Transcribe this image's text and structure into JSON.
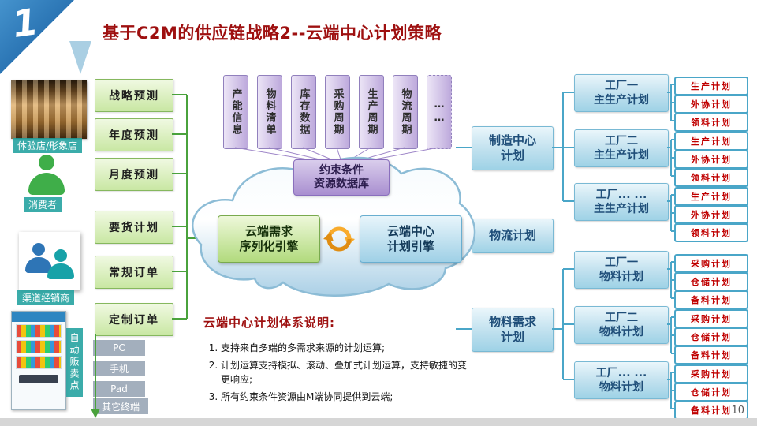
{
  "colors": {
    "title_red": "#9e1010",
    "green_accent": "#4aa23c",
    "purple_accent": "#9180bd",
    "blue_accent": "#4aa6c8",
    "teal_tag": "#20a09e",
    "orange_sync": "#f8ab2d",
    "plan_text_red": "#c00000"
  },
  "header": {
    "badge": "1",
    "title": "基于C2M的供应链战略2--云端中心计划策略"
  },
  "sources": {
    "store_label": "体验店/形象店",
    "consumer_label": "消费者",
    "distributor_label": "渠道经销商",
    "vending_label": "自动贩卖点",
    "terminals": [
      "PC",
      "手机",
      "Pad",
      "其它终端"
    ]
  },
  "demand": [
    "战略预测",
    "年度预测",
    "月度预测",
    "要货计划",
    "常规订单",
    "定制订单"
  ],
  "constraints": [
    "产能信息",
    "物料清单",
    "库存数据",
    "采购周期",
    "生产周期",
    "物流周期",
    "……"
  ],
  "cloud": {
    "database": "约束条件\n资源数据库",
    "left_engine": "云端需求\n序列化引擎",
    "right_engine": "云端中心\n计划引擎"
  },
  "center_plans": [
    "制造中心\n计划",
    "物流计划",
    "物料需求\n计划"
  ],
  "factories": [
    {
      "name": "工厂一\n主生产计划",
      "plans": [
        "生产计划",
        "外协计划",
        "领料计划"
      ]
    },
    {
      "name": "工厂二\n主生产计划",
      "plans": [
        "生产计划",
        "外协计划",
        "领料计划"
      ]
    },
    {
      "name": "工厂... ...\n主生产计划",
      "plans": [
        "生产计划",
        "外协计划",
        "领料计划"
      ]
    },
    {
      "name": "工厂一\n物料计划",
      "plans": [
        "采购计划",
        "仓储计划",
        "备料计划"
      ]
    },
    {
      "name": "工厂二\n物料计划",
      "plans": [
        "采购计划",
        "仓储计划",
        "备料计划"
      ]
    },
    {
      "name": "工厂... ...\n物料计划",
      "plans": [
        "采购计划",
        "仓储计划",
        "备料计划"
      ]
    }
  ],
  "notes": {
    "title": "云端中心计划体系说明:",
    "items": [
      "支持来自多端的多需求来源的计划运算;",
      "计划运算支持模拟、滚动、叠加式计划运算，支持敏捷的变更响应;",
      "所有约束条件资源由M端协同提供到云端;"
    ]
  },
  "page_number": "10"
}
